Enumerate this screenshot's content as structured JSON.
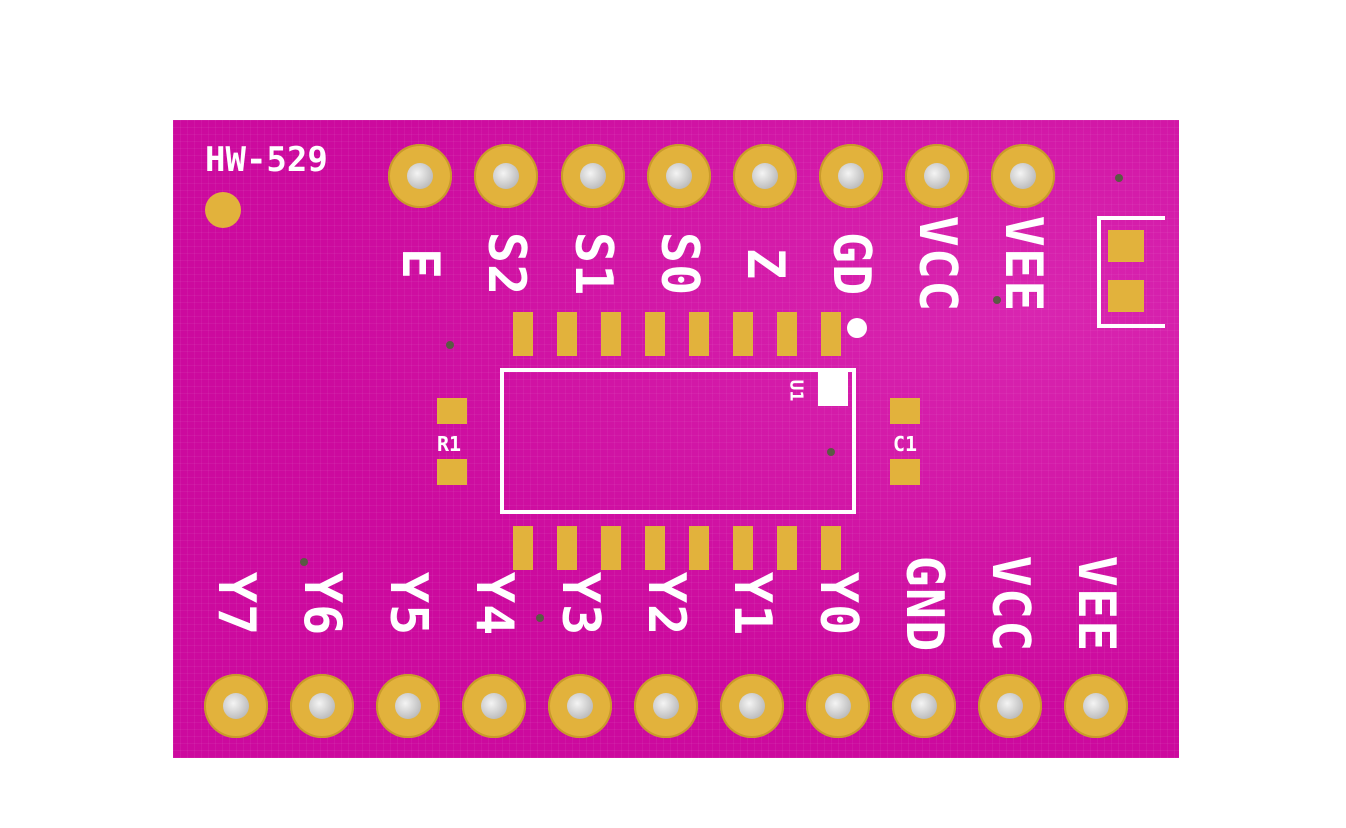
{
  "board": {
    "model": "HW-529",
    "colors": {
      "pcb": "#cc0a9e",
      "copper": "#e2b23c",
      "silkscreen": "#ffffff"
    },
    "top_header": [
      "E",
      "S2",
      "S1",
      "S0",
      "Z",
      "GD",
      "VCC",
      "VEE"
    ],
    "bottom_header": [
      "Y7",
      "Y6",
      "Y5",
      "Y4",
      "Y3",
      "Y2",
      "Y1",
      "Y0",
      "GND",
      "VCC",
      "VEE"
    ],
    "components": {
      "ic": "U1",
      "resistor": "R1",
      "capacitor": "C1"
    }
  }
}
